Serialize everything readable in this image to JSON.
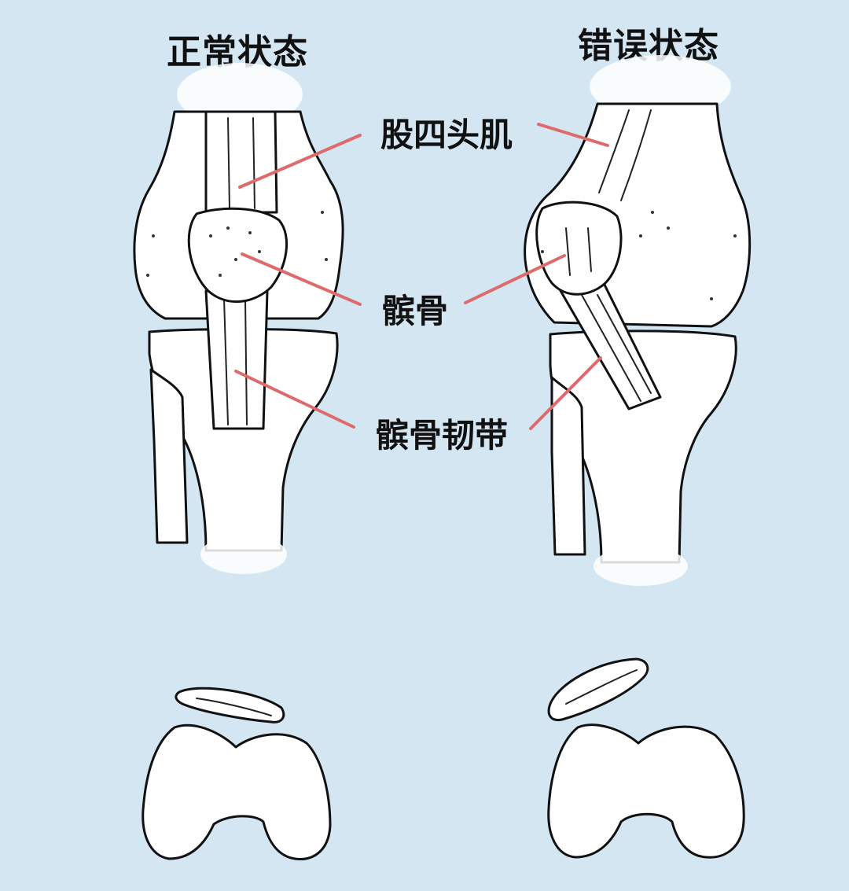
{
  "headings": {
    "normal": "正常状态",
    "wrong": "错误状态"
  },
  "labels": {
    "quadriceps": "股四头肌",
    "patella": "髌骨",
    "patellar_ligament": "髌骨韧带"
  },
  "colors": {
    "background": "#d3e6f2",
    "leader_line": "#dd6b6b",
    "bone_fill": "#ffffff",
    "outline": "#111111"
  }
}
